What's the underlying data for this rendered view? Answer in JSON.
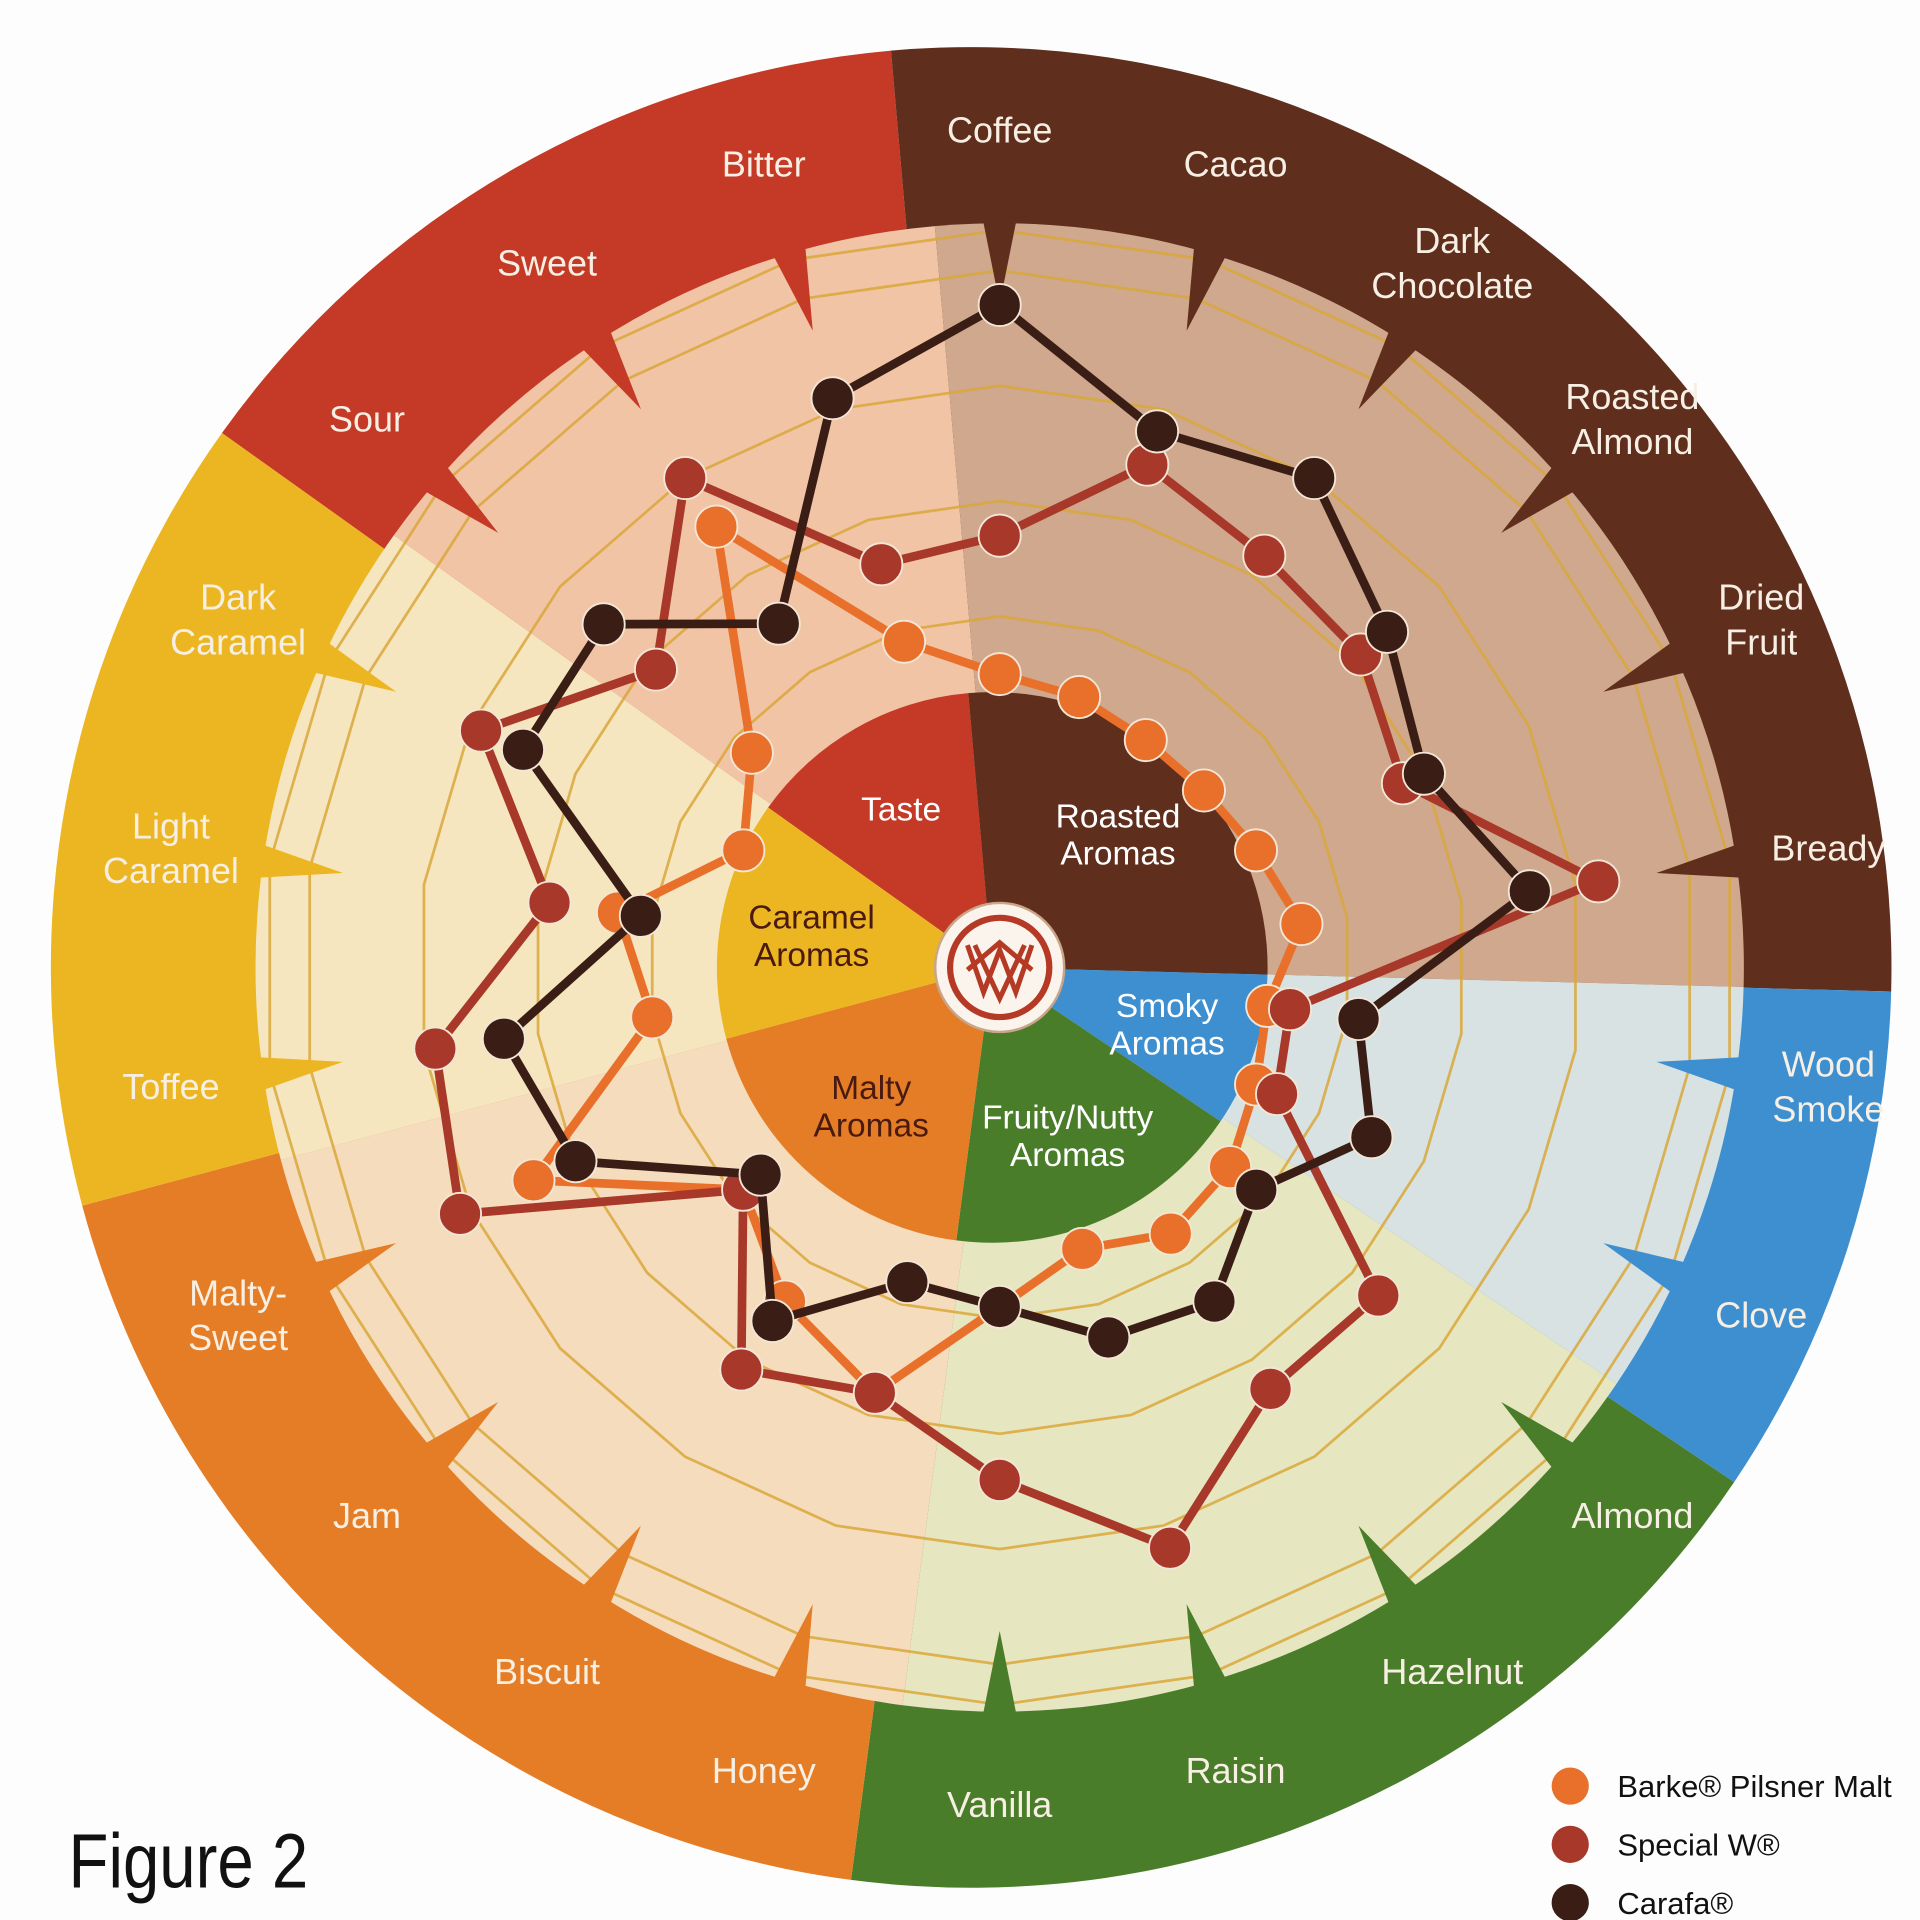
{
  "figure_label": "Figure 2",
  "chart_data": {
    "type": "radar",
    "title": "",
    "categories": [
      "Coffee",
      "Cacao",
      "Dark Chocolate",
      "Roasted Almond",
      "Dried Fruit",
      "Bready",
      "Wood Smoke",
      "Clove",
      "Almond",
      "Hazelnut",
      "Raisin",
      "Vanilla",
      "Honey",
      "Biscuit",
      "Jam",
      "Malty-Sweet",
      "Toffee",
      "Light Caramel",
      "Dark Caramel",
      "Sour",
      "Sweet",
      "Bitter"
    ],
    "category_label_lines": [
      [
        "Coffee"
      ],
      [
        "Cacao"
      ],
      [
        "Dark",
        "Chocolate"
      ],
      [
        "Roasted",
        "Almond"
      ],
      [
        "Dried",
        "Fruit"
      ],
      [
        "Bready"
      ],
      [
        "Wood",
        "Smoke"
      ],
      [
        "Clove"
      ],
      [
        "Almond"
      ],
      [
        "Hazelnut"
      ],
      [
        "Raisin"
      ],
      [
        "Vanilla"
      ],
      [
        "Honey"
      ],
      [
        "Biscuit"
      ],
      [
        "Jam"
      ],
      [
        "Malty-",
        "Sweet"
      ],
      [
        "Toffee"
      ],
      [
        "Light",
        "Caramel"
      ],
      [
        "Dark",
        "Caramel"
      ],
      [
        "Sour"
      ],
      [
        "Sweet"
      ],
      [
        "Bitter"
      ]
    ],
    "groups": [
      {
        "name": "Taste",
        "lines": [
          "Taste"
        ],
        "color": "#c43a26",
        "tint": "#f2c4a6",
        "text_color": "#ffffff",
        "categories": [
          "Sour",
          "Sweet",
          "Bitter"
        ]
      },
      {
        "name": "Roasted Aromas",
        "lines": [
          "Roasted",
          "Aromas"
        ],
        "color": "#5f2e1d",
        "tint": "#cfa88d",
        "text_color": "#ffffff",
        "categories": [
          "Coffee",
          "Cacao",
          "Dark Chocolate",
          "Roasted Almond",
          "Dried Fruit",
          "Bready"
        ]
      },
      {
        "name": "Smoky Aromas",
        "lines": [
          "Smoky",
          "Aromas"
        ],
        "color": "#3d8fd0",
        "tint": "#d8e2e2",
        "text_color": "#ffffff",
        "categories": [
          "Wood Smoke",
          "Clove"
        ]
      },
      {
        "name": "Fruity/Nutty Aromas",
        "lines": [
          "Fruity/Nutty",
          "Aromas"
        ],
        "color": "#4a7d2a",
        "tint": "#e6e6c0",
        "text_color": "#ffffff",
        "categories": [
          "Almond",
          "Hazelnut",
          "Raisin",
          "Vanilla"
        ]
      },
      {
        "name": "Malty Aromas",
        "lines": [
          "Malty",
          "Aromas"
        ],
        "color": "#e47d26",
        "tint": "#f5dcbc",
        "text_color": "#4a1a10",
        "categories": [
          "Honey",
          "Biscuit",
          "Jam",
          "Malty-Sweet"
        ]
      },
      {
        "name": "Caramel Aromas",
        "lines": [
          "Caramel",
          "Aromas"
        ],
        "color": "#ecb622",
        "tint": "#f5e6bf",
        "text_color": "#4a1a10",
        "categories": [
          "Toffee",
          "Light Caramel",
          "Dark Caramel"
        ]
      }
    ],
    "rings": [
      1,
      2,
      3,
      4
    ],
    "series": [
      {
        "name": "Barke® Pilsner Malt",
        "color": "#e8702a",
        "values": [
          0.5,
          0.4,
          0.3,
          0.3,
          0.4,
          0.6,
          0.3,
          0.4,
          0.6,
          0.7,
          0.5,
          0.9,
          1.8,
          1.4,
          0.9,
          2.4,
          1.0,
          1.3,
          0.4,
          0.8,
          2.5,
          0.9
        ]
      },
      {
        "name": "Special W®",
        "color": "#a8382a",
        "values": [
          1.7,
          2.5,
          2.2,
          2.1,
          1.8,
          3.2,
          0.5,
          0.6,
          2.3,
          2.3,
          3.2,
          2.4,
          1.8,
          2.1,
          0.9,
          3.1,
          2.9,
          1.9,
          2.9,
          1.9,
          3.0,
          1.6
        ]
      },
      {
        "name": "Carafa®",
        "color": "#3a1e16",
        "values": [
          3.7,
          2.8,
          3.0,
          2.4,
          2.0,
          2.6,
          1.1,
          1.5,
          0.9,
          1.4,
          1.3,
          0.9,
          0.8,
          1.6,
          0.7,
          2.0,
          2.3,
          1.1,
          2.5,
          2.5,
          1.5,
          3.1
        ]
      }
    ],
    "legend_position": "bottom-right"
  }
}
